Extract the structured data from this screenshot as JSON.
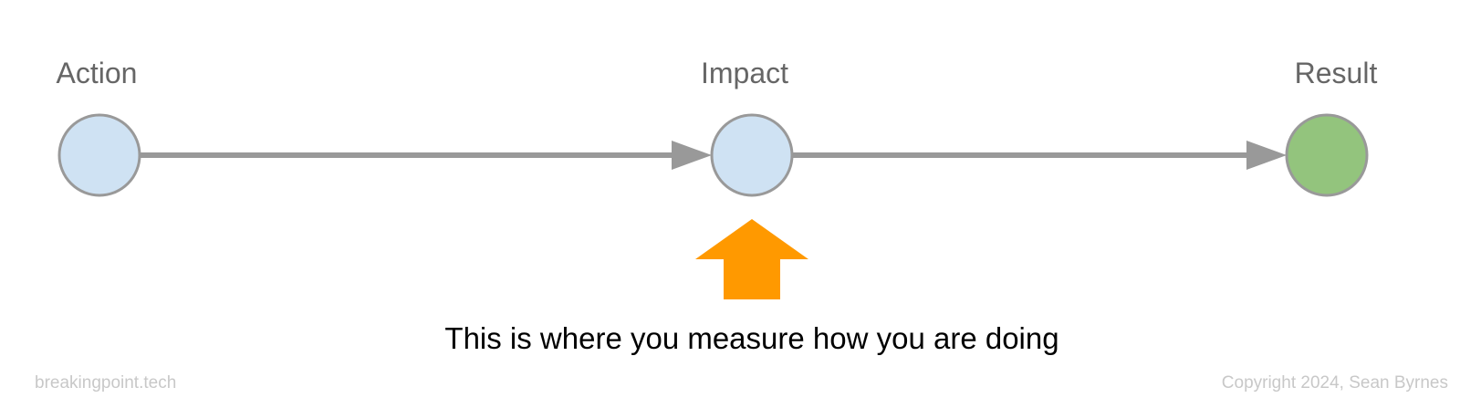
{
  "nodes": [
    {
      "label": "Action",
      "fill": "#cfe2f3"
    },
    {
      "label": "Impact",
      "fill": "#cfe2f3"
    },
    {
      "label": "Result",
      "fill": "#93c47d"
    }
  ],
  "colors": {
    "node_stroke": "#999999",
    "edge": "#999999",
    "highlight_arrow": "#ff9900",
    "label_text": "#666666",
    "footer_text": "#c8c8c8"
  },
  "highlight": {
    "target": "Impact",
    "icon": "up-arrow-icon",
    "caption": "This is where you measure how you are doing"
  },
  "footer": {
    "left": "breakingpoint.tech",
    "right": "Copyright 2024, Sean Byrnes"
  }
}
